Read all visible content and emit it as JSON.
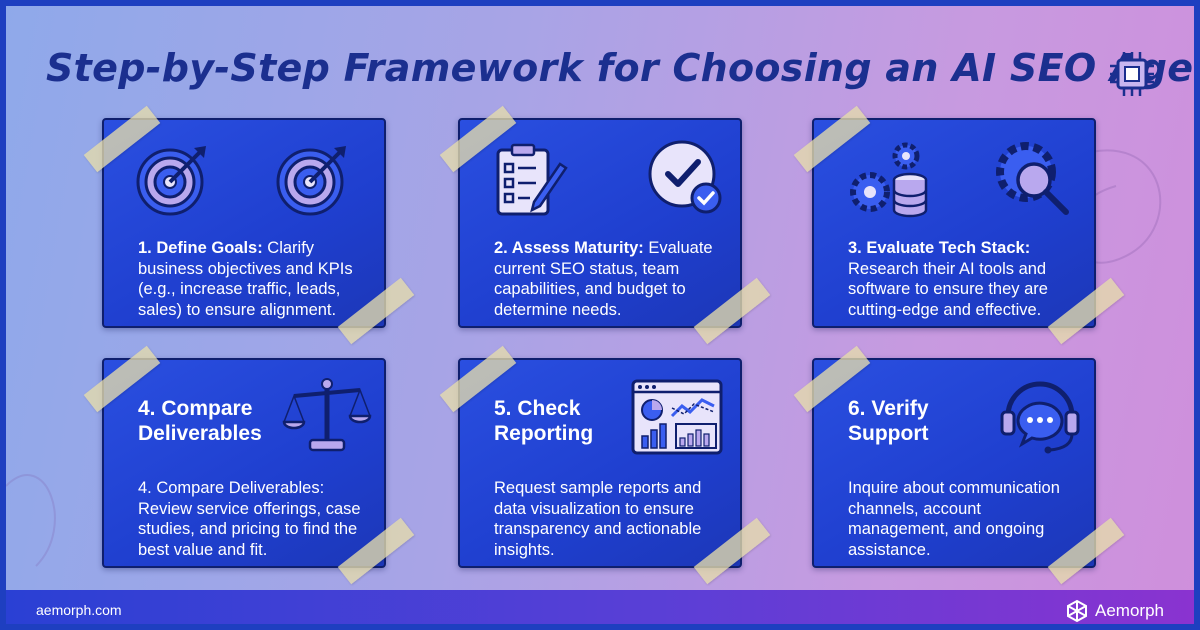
{
  "title": "Step-by-Step Framework for Choosing an AI SEO Agency",
  "icons": {
    "title_icon": "chip-icon",
    "card1": [
      "target-icon",
      "target-icon"
    ],
    "card2": [
      "checklist-icon",
      "checkmark-badge-icon"
    ],
    "card3": [
      "gears-database-icon",
      "gear-magnifier-icon"
    ],
    "card4": "scales-icon",
    "card5": "dashboard-charts-icon",
    "card6": "headset-chat-icon"
  },
  "cards": [
    {
      "heading": "1. Define Goals:",
      "body": " Clarify business objectives and KPIs (e.g., increase traffic, leads, sales) to ensure alignment."
    },
    {
      "heading": "2. Assess Maturity:",
      "body": " Evaluate current SEO status, team capabilities, and budget to determine needs."
    },
    {
      "heading": "3. Evaluate Tech Stack:",
      "body": " Research their AI tools and software to ensure they are cutting-edge and effective."
    },
    {
      "heading": "4. Compare Deliverables",
      "body": "4. Compare Deliverables: Review service offerings, case studies, and pricing to find the best value and fit."
    },
    {
      "heading": "5. Check Reporting",
      "body": "Request sample reports and data visualization to ensure transparency and actionable insights."
    },
    {
      "heading": "6. Verify Support",
      "body": "Inquire about communication channels, account management, and ongoing assistance."
    }
  ],
  "footer": {
    "site": "aemorph.com",
    "brand": "Aemorph"
  },
  "colors": {
    "title": "#1b2f8f",
    "card": "#2447d8",
    "tape": "#e6ddaa"
  }
}
